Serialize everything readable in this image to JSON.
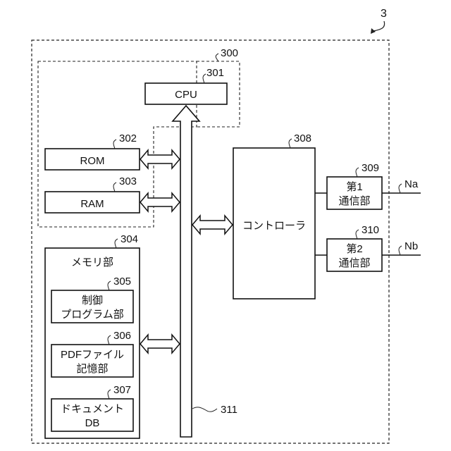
{
  "figure_ref": "3",
  "groups": {
    "device": {
      "ref": "3"
    },
    "processor_group": {
      "ref": "300"
    }
  },
  "blocks": {
    "cpu": {
      "ref": "301",
      "label": "CPU"
    },
    "rom": {
      "ref": "302",
      "label": "ROM"
    },
    "ram": {
      "ref": "303",
      "label": "RAM"
    },
    "memory": {
      "ref": "304",
      "label": "メモリ部"
    },
    "control_program": {
      "ref": "305",
      "line1": "制御",
      "line2": "プログラム部"
    },
    "pdf_storage": {
      "ref": "306",
      "line1": "PDFファイル",
      "line2": "記憶部"
    },
    "document_db": {
      "ref": "307",
      "line1": "ドキュメント",
      "line2": "DB"
    },
    "controller": {
      "ref": "308",
      "label": "コントローラ"
    },
    "comm1": {
      "ref": "309",
      "line1": "第1",
      "line2": "通信部"
    },
    "comm2": {
      "ref": "310",
      "line1": "第2",
      "line2": "通信部"
    }
  },
  "bus": {
    "ref": "311"
  },
  "networks": {
    "na": "Na",
    "nb": "Nb"
  }
}
